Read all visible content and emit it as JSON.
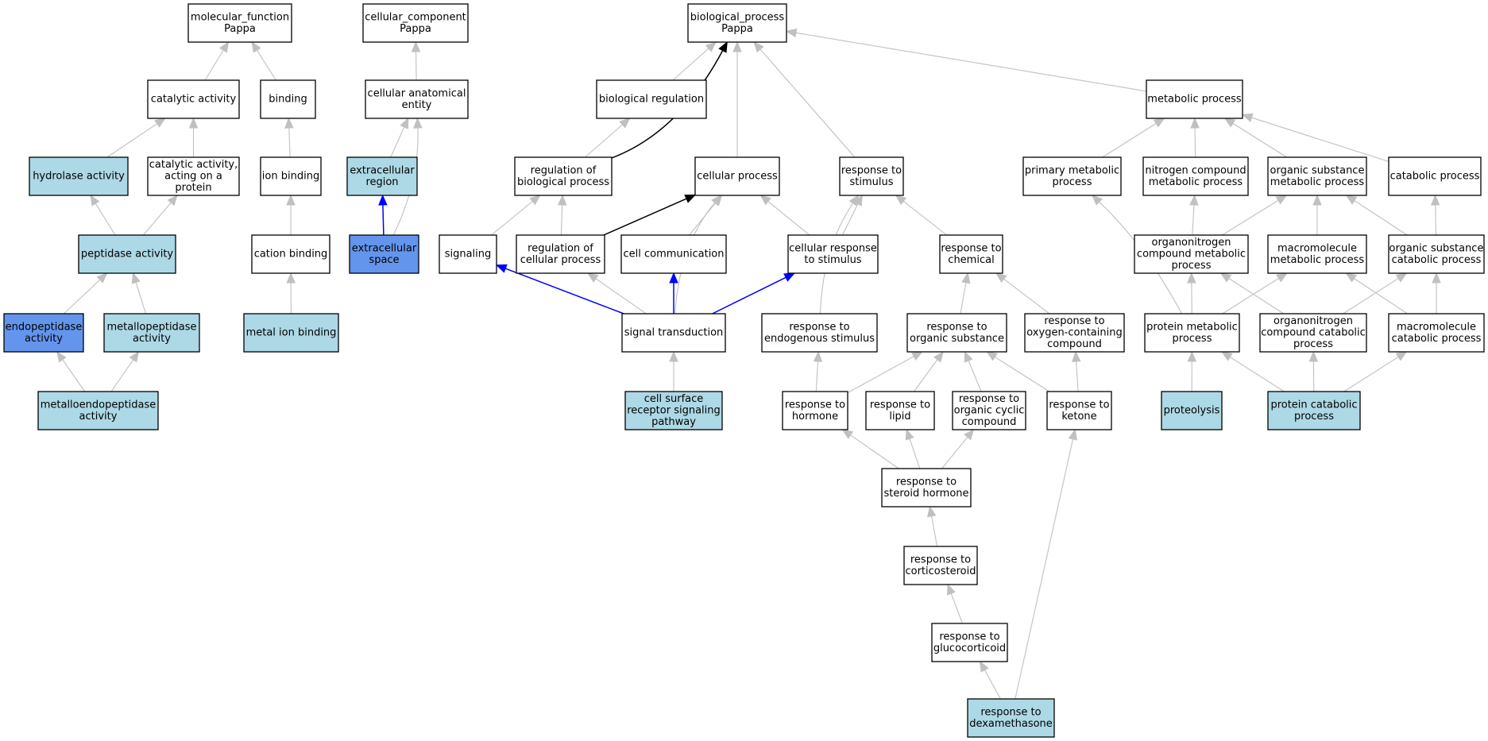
{
  "colors": {
    "plain": "#ffffff",
    "light": "#add8e6",
    "dark": "#6495ed",
    "edge_gray": "#c0c0c0",
    "edge_black": "#000000",
    "edge_blue": "#0000ff"
  },
  "nodes": [
    {
      "id": "mf",
      "lines": [
        "molecular_function",
        "Pappa"
      ],
      "fill": "plain"
    },
    {
      "id": "cc",
      "lines": [
        "cellular_component",
        "Pappa"
      ],
      "fill": "plain"
    },
    {
      "id": "bp",
      "lines": [
        "biological_process",
        "Pappa"
      ],
      "fill": "plain"
    },
    {
      "id": "cat",
      "lines": [
        "catalytic activity"
      ],
      "fill": "plain"
    },
    {
      "id": "bind",
      "lines": [
        "binding"
      ],
      "fill": "plain"
    },
    {
      "id": "cae",
      "lines": [
        "cellular anatomical",
        "entity"
      ],
      "fill": "plain"
    },
    {
      "id": "breg",
      "lines": [
        "biological regulation"
      ],
      "fill": "plain"
    },
    {
      "id": "met",
      "lines": [
        "metabolic process"
      ],
      "fill": "plain"
    },
    {
      "id": "hyd",
      "lines": [
        "hydrolase activity"
      ],
      "fill": "light"
    },
    {
      "id": "catp",
      "lines": [
        "catalytic activity,",
        "acting on a",
        "protein"
      ],
      "fill": "plain"
    },
    {
      "id": "ionb",
      "lines": [
        "ion binding"
      ],
      "fill": "plain"
    },
    {
      "id": "exr",
      "lines": [
        "extracellular",
        "region"
      ],
      "fill": "light"
    },
    {
      "id": "rbp",
      "lines": [
        "regulation of",
        "biological process"
      ],
      "fill": "plain"
    },
    {
      "id": "cellp",
      "lines": [
        "cellular process"
      ],
      "fill": "plain"
    },
    {
      "id": "rstim",
      "lines": [
        "response to",
        "stimulus"
      ],
      "fill": "plain"
    },
    {
      "id": "pmp",
      "lines": [
        "primary metabolic",
        "process"
      ],
      "fill": "plain"
    },
    {
      "id": "ncmp",
      "lines": [
        "nitrogen compound",
        "metabolic process"
      ],
      "fill": "plain"
    },
    {
      "id": "osmp",
      "lines": [
        "organic substance",
        "metabolic process"
      ],
      "fill": "plain"
    },
    {
      "id": "catab",
      "lines": [
        "catabolic process"
      ],
      "fill": "plain"
    },
    {
      "id": "pep",
      "lines": [
        "peptidase activity"
      ],
      "fill": "light"
    },
    {
      "id": "cationb",
      "lines": [
        "cation binding"
      ],
      "fill": "plain"
    },
    {
      "id": "exs",
      "lines": [
        "extracellular",
        "space"
      ],
      "fill": "dark"
    },
    {
      "id": "sig",
      "lines": [
        "signaling"
      ],
      "fill": "plain"
    },
    {
      "id": "rcp",
      "lines": [
        "regulation of",
        "cellular process"
      ],
      "fill": "plain"
    },
    {
      "id": "ccom",
      "lines": [
        "cell communication"
      ],
      "fill": "plain"
    },
    {
      "id": "crs",
      "lines": [
        "cellular response",
        "to stimulus"
      ],
      "fill": "plain"
    },
    {
      "id": "rchem",
      "lines": [
        "response to",
        "chemical"
      ],
      "fill": "plain"
    },
    {
      "id": "oncmp",
      "lines": [
        "organonitrogen",
        "compound metabolic",
        "process"
      ],
      "fill": "plain"
    },
    {
      "id": "mmp",
      "lines": [
        "macromolecule",
        "metabolic process"
      ],
      "fill": "plain"
    },
    {
      "id": "oscp",
      "lines": [
        "organic substance",
        "catabolic process"
      ],
      "fill": "plain"
    },
    {
      "id": "endo",
      "lines": [
        "endopeptidase",
        "activity"
      ],
      "fill": "dark"
    },
    {
      "id": "metallo",
      "lines": [
        "metallopeptidase",
        "activity"
      ],
      "fill": "light"
    },
    {
      "id": "mib",
      "lines": [
        "metal ion binding"
      ],
      "fill": "light"
    },
    {
      "id": "st",
      "lines": [
        "signal transduction"
      ],
      "fill": "plain"
    },
    {
      "id": "res",
      "lines": [
        "response to",
        "endogenous stimulus"
      ],
      "fill": "plain"
    },
    {
      "id": "ros",
      "lines": [
        "response to",
        "organic substance"
      ],
      "fill": "plain"
    },
    {
      "id": "rocc",
      "lines": [
        "response to",
        "oxygen-containing",
        "compound"
      ],
      "fill": "plain"
    },
    {
      "id": "protmp",
      "lines": [
        "protein metabolic",
        "process"
      ],
      "fill": "plain"
    },
    {
      "id": "onccp",
      "lines": [
        "organonitrogen",
        "compound catabolic",
        "process"
      ],
      "fill": "plain"
    },
    {
      "id": "mcp",
      "lines": [
        "macromolecule",
        "catabolic process"
      ],
      "fill": "plain"
    },
    {
      "id": "mendo",
      "lines": [
        "metalloendopeptidase",
        "activity"
      ],
      "fill": "light"
    },
    {
      "id": "csrsp",
      "lines": [
        "cell surface",
        "receptor signaling",
        "pathway"
      ],
      "fill": "light"
    },
    {
      "id": "rhorm",
      "lines": [
        "response to",
        "hormone"
      ],
      "fill": "plain"
    },
    {
      "id": "rlip",
      "lines": [
        "response to",
        "lipid"
      ],
      "fill": "plain"
    },
    {
      "id": "rocyc",
      "lines": [
        "response to",
        "organic cyclic",
        "compound"
      ],
      "fill": "plain"
    },
    {
      "id": "rket",
      "lines": [
        "response to",
        "ketone"
      ],
      "fill": "plain"
    },
    {
      "id": "prot",
      "lines": [
        "proteolysis"
      ],
      "fill": "light"
    },
    {
      "id": "pcp",
      "lines": [
        "protein catabolic",
        "process"
      ],
      "fill": "light"
    },
    {
      "id": "rsh",
      "lines": [
        "response to",
        "steroid hormone"
      ],
      "fill": "plain"
    },
    {
      "id": "rcort",
      "lines": [
        "response to",
        "corticosteroid"
      ],
      "fill": "plain"
    },
    {
      "id": "rgluc",
      "lines": [
        "response to",
        "glucocorticoid"
      ],
      "fill": "plain"
    },
    {
      "id": "rdex",
      "lines": [
        "response to",
        "dexamethasone"
      ],
      "fill": "light"
    }
  ],
  "edges": [
    {
      "from": "cat",
      "to": "mf",
      "color": "edge_gray"
    },
    {
      "from": "bind",
      "to": "mf",
      "color": "edge_gray"
    },
    {
      "from": "hyd",
      "to": "cat",
      "color": "edge_gray"
    },
    {
      "from": "catp",
      "to": "cat",
      "color": "edge_gray"
    },
    {
      "from": "ionb",
      "to": "bind",
      "color": "edge_gray"
    },
    {
      "from": "pep",
      "to": "hyd",
      "color": "edge_gray"
    },
    {
      "from": "pep",
      "to": "catp",
      "color": "edge_gray"
    },
    {
      "from": "cationb",
      "to": "ionb",
      "color": "edge_gray"
    },
    {
      "from": "endo",
      "to": "pep",
      "color": "edge_gray"
    },
    {
      "from": "metallo",
      "to": "pep",
      "color": "edge_gray"
    },
    {
      "from": "mib",
      "to": "cationb",
      "color": "edge_gray"
    },
    {
      "from": "mendo",
      "to": "endo",
      "color": "edge_gray"
    },
    {
      "from": "mendo",
      "to": "metallo",
      "color": "edge_gray"
    },
    {
      "from": "cae",
      "to": "cc",
      "color": "edge_gray"
    },
    {
      "from": "exr",
      "to": "cae",
      "color": "edge_gray"
    },
    {
      "from": "exs",
      "to": "cae",
      "color": "edge_gray",
      "curve": 25
    },
    {
      "from": "exs",
      "to": "exr",
      "color": "edge_blue"
    },
    {
      "from": "breg",
      "to": "bp",
      "color": "edge_gray"
    },
    {
      "from": "met",
      "to": "bp",
      "color": "edge_gray"
    },
    {
      "from": "cellp",
      "to": "bp",
      "color": "edge_gray"
    },
    {
      "from": "rstim",
      "to": "bp",
      "color": "edge_gray"
    },
    {
      "from": "rbp",
      "to": "bp",
      "color": "edge_black",
      "curve": 55
    },
    {
      "from": "rbp",
      "to": "breg",
      "color": "edge_gray"
    },
    {
      "from": "sig",
      "to": "rbp",
      "color": "edge_gray"
    },
    {
      "from": "rcp",
      "to": "rbp",
      "color": "edge_gray"
    },
    {
      "from": "rcp",
      "to": "cellp",
      "color": "edge_black"
    },
    {
      "from": "ccom",
      "to": "cellp",
      "color": "edge_gray"
    },
    {
      "from": "crs",
      "to": "cellp",
      "color": "edge_gray"
    },
    {
      "from": "crs",
      "to": "rstim",
      "color": "edge_gray"
    },
    {
      "from": "rchem",
      "to": "rstim",
      "color": "edge_gray"
    },
    {
      "from": "res",
      "to": "rstim",
      "color": "edge_gray",
      "curve": -30
    },
    {
      "from": "st",
      "to": "sig",
      "color": "edge_blue"
    },
    {
      "from": "st",
      "to": "rcp",
      "color": "edge_gray"
    },
    {
      "from": "st",
      "to": "ccom",
      "color": "edge_blue"
    },
    {
      "from": "st",
      "to": "crs",
      "color": "edge_blue"
    },
    {
      "from": "st",
      "to": "cellp",
      "color": "edge_gray",
      "curve": -35
    },
    {
      "from": "csrsp",
      "to": "st",
      "color": "edge_gray"
    },
    {
      "from": "ros",
      "to": "rchem",
      "color": "edge_gray"
    },
    {
      "from": "rocc",
      "to": "rchem",
      "color": "edge_gray"
    },
    {
      "from": "rhorm",
      "to": "res",
      "color": "edge_gray"
    },
    {
      "from": "rhorm",
      "to": "ros",
      "color": "edge_gray"
    },
    {
      "from": "rlip",
      "to": "ros",
      "color": "edge_gray"
    },
    {
      "from": "rocyc",
      "to": "ros",
      "color": "edge_gray"
    },
    {
      "from": "rket",
      "to": "ros",
      "color": "edge_gray"
    },
    {
      "from": "rket",
      "to": "rocc",
      "color": "edge_gray"
    },
    {
      "from": "rsh",
      "to": "rhorm",
      "color": "edge_gray"
    },
    {
      "from": "rsh",
      "to": "rlip",
      "color": "edge_gray"
    },
    {
      "from": "rsh",
      "to": "rocyc",
      "color": "edge_gray"
    },
    {
      "from": "rcort",
      "to": "rsh",
      "color": "edge_gray"
    },
    {
      "from": "rgluc",
      "to": "rcort",
      "color": "edge_gray"
    },
    {
      "from": "rdex",
      "to": "rgluc",
      "color": "edge_gray"
    },
    {
      "from": "rdex",
      "to": "rket",
      "color": "edge_gray"
    },
    {
      "from": "pmp",
      "to": "met",
      "color": "edge_gray"
    },
    {
      "from": "ncmp",
      "to": "met",
      "color": "edge_gray"
    },
    {
      "from": "osmp",
      "to": "met",
      "color": "edge_gray"
    },
    {
      "from": "catab",
      "to": "met",
      "color": "edge_gray"
    },
    {
      "from": "oncmp",
      "to": "ncmp",
      "color": "edge_gray"
    },
    {
      "from": "oncmp",
      "to": "osmp",
      "color": "edge_gray"
    },
    {
      "from": "mmp",
      "to": "osmp",
      "color": "edge_gray"
    },
    {
      "from": "oscp",
      "to": "osmp",
      "color": "edge_gray"
    },
    {
      "from": "oscp",
      "to": "catab",
      "color": "edge_gray"
    },
    {
      "from": "protmp",
      "to": "pmp",
      "color": "edge_gray",
      "curve": 20
    },
    {
      "from": "protmp",
      "to": "oncmp",
      "color": "edge_gray"
    },
    {
      "from": "protmp",
      "to": "mmp",
      "color": "edge_gray"
    },
    {
      "from": "onccp",
      "to": "oncmp",
      "color": "edge_gray"
    },
    {
      "from": "onccp",
      "to": "oscp",
      "color": "edge_gray"
    },
    {
      "from": "mcp",
      "to": "mmp",
      "color": "edge_gray"
    },
    {
      "from": "mcp",
      "to": "oscp",
      "color": "edge_gray"
    },
    {
      "from": "prot",
      "to": "protmp",
      "color": "edge_gray"
    },
    {
      "from": "pcp",
      "to": "protmp",
      "color": "edge_gray"
    },
    {
      "from": "pcp",
      "to": "onccp",
      "color": "edge_gray"
    },
    {
      "from": "pcp",
      "to": "mcp",
      "color": "edge_gray"
    }
  ]
}
